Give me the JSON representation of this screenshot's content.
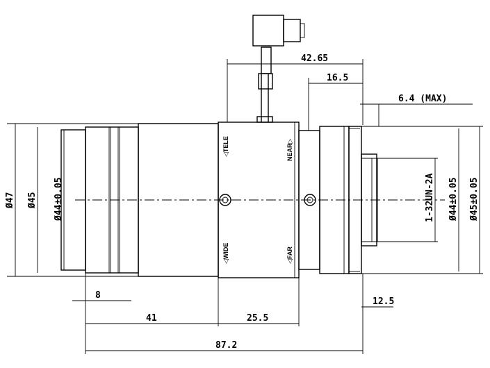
{
  "dimensions": {
    "overall_length": "87.2",
    "d1": "42.65",
    "d2": "16.5",
    "d3": "6.4 (MAX)",
    "d4": "8",
    "d5": "41",
    "d6": "25.5",
    "d7": "12.5",
    "dia47": "Ø47",
    "dia45_left": "Ø45",
    "dia44_left": "Ø44±0.05",
    "thread": "1-32UN-2A",
    "dia44_right": "Ø44±0.05",
    "dia45_right": "Ø45±0.05"
  },
  "labels": {
    "tele": "◁TELE",
    "wide": "◁WIDE",
    "near": "NEAR▷",
    "far": "◁FAR"
  }
}
